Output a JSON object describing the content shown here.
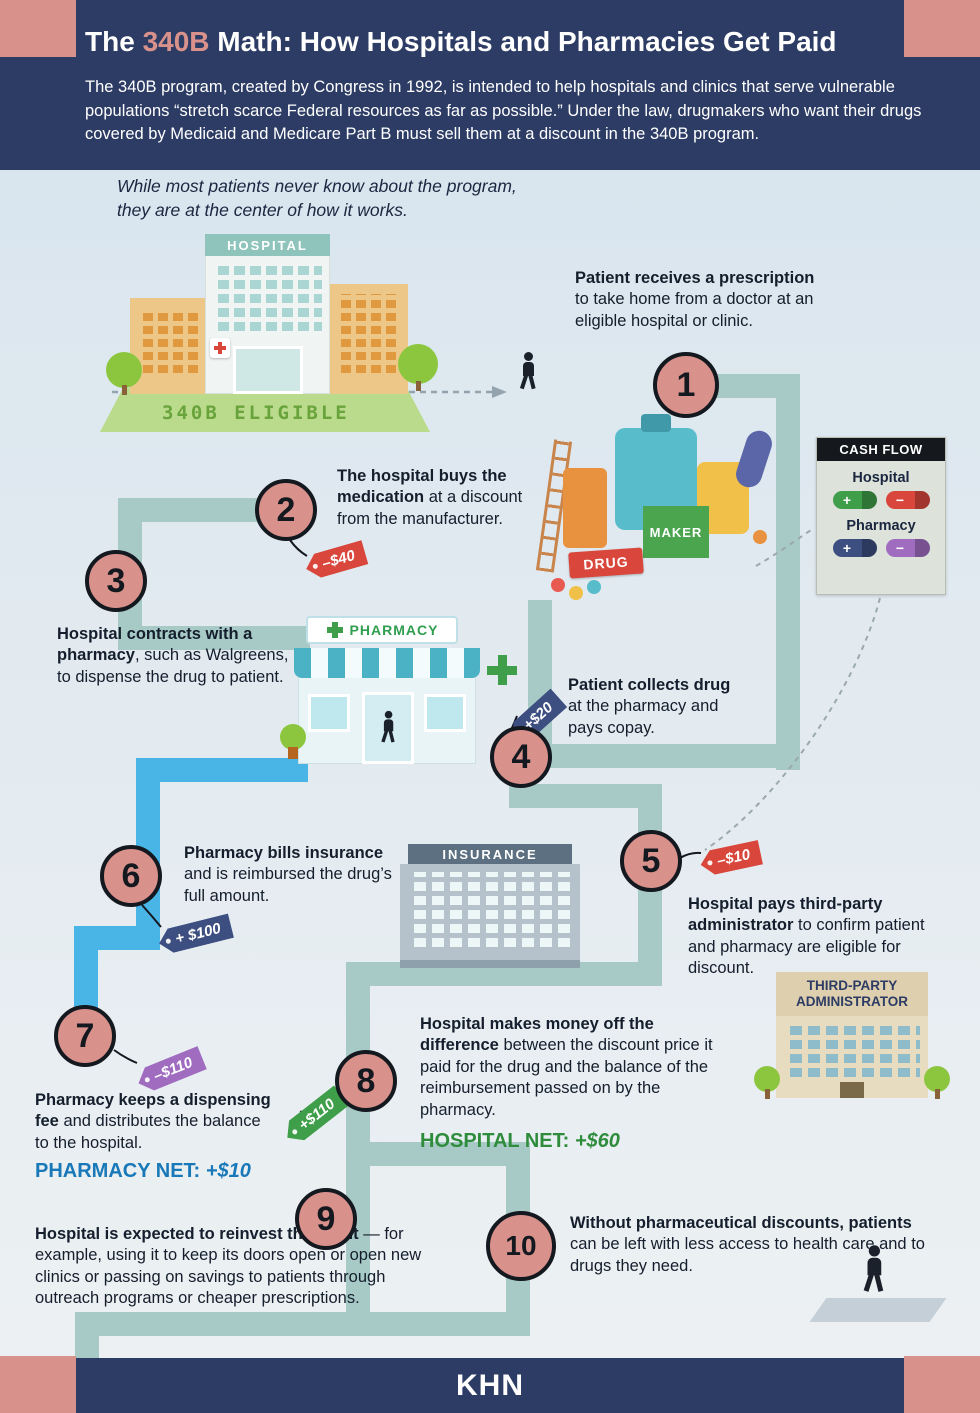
{
  "colors": {
    "navy": "#2d3c64",
    "salmon": "#d9918c",
    "teal_flow": "#a7cac7",
    "blue_flow": "#49b5e6",
    "tag_red": "#d9473c",
    "tag_navy": "#3d4e80",
    "tag_purple": "#a06cc0",
    "tag_green": "#3f9e49",
    "net_blue": "#1878b8",
    "net_green": "#2f8c3c"
  },
  "header": {
    "title_prefix": "The ",
    "title_highlight": "340B",
    "title_suffix": " Math: How Hospitals and Pharmacies Get Paid",
    "intro": "The 340B program, created by Congress in 1992, is intended to help hospitals and clinics that serve vulnerable populations “stretch scarce Federal resources as far as possible.” Under the law, drugmakers who want their drugs covered by Medicaid and Medicare Part B must sell them at a discount in the 340B program."
  },
  "lead": "While most patients never know about the program, they are at the center of how it works.",
  "signs": {
    "hospital": "HOSPITAL",
    "eligible": "340B ELIGIBLE",
    "pharmacy": "PHARMACY",
    "insurance": "INSURANCE",
    "tpa": "THIRD-PARTY ADMINISTRATOR",
    "drug": "DRUG",
    "maker": "MAKER"
  },
  "cash_flow": {
    "title": "CASH FLOW",
    "plus": "+",
    "minus": "−",
    "rows": [
      {
        "label": "Hospital"
      },
      {
        "label": "Pharmacy"
      }
    ]
  },
  "steps": [
    {
      "num": "1",
      "bold": "Patient receives a prescription",
      "rest": " to take home from a doctor at an eligible hospital or clinic."
    },
    {
      "num": "2",
      "bold": "The hospital buys the medication",
      "rest": " at a discount from the manufacturer.",
      "tag": "–$40"
    },
    {
      "num": "3",
      "bold": "Hospital contracts with a pharmacy",
      "rest": ", such as Walgreens, to dispense the drug to patient."
    },
    {
      "num": "4",
      "bold": "Patient collects drug",
      "rest": " at the pharmacy and pays copay.",
      "tag": "+$20"
    },
    {
      "num": "5",
      "bold": "Hospital pays third-party administrator",
      "rest": " to confirm patient and pharmacy are eligible for discount.",
      "tag": "–$10"
    },
    {
      "num": "6",
      "bold": "Pharmacy bills insurance",
      "rest": " and is reimbursed the drug’s full amount.",
      "tag": "+ $100"
    },
    {
      "num": "7",
      "bold": "Pharmacy keeps a dispensing fee",
      "rest": " and distributes the balance to the hospital.",
      "tag": "–$110"
    },
    {
      "num": "8",
      "bold": "Hospital makes money off the difference",
      "rest": " between the discount price it paid for the drug and the balance of the reimbursement passed on by the pharmacy.",
      "tag": "+$110"
    },
    {
      "num": "9",
      "bold": "Hospital is expected to reinvest the profit",
      "rest": " — for example, using it to keep its doors open or open new clinics or passing on savings to patients through outreach programs or cheaper prescriptions."
    },
    {
      "num": "10",
      "bold": "Without pharmaceutical discounts, patients",
      "rest": " can be left with less access to health care and to drugs they need."
    }
  ],
  "nets": {
    "pharmacy_label": "PHARMACY NET:",
    "pharmacy_value": "+$10",
    "hospital_label": "HOSPITAL NET:",
    "hospital_value": "+$60"
  },
  "footer": {
    "logo": "KHN"
  }
}
